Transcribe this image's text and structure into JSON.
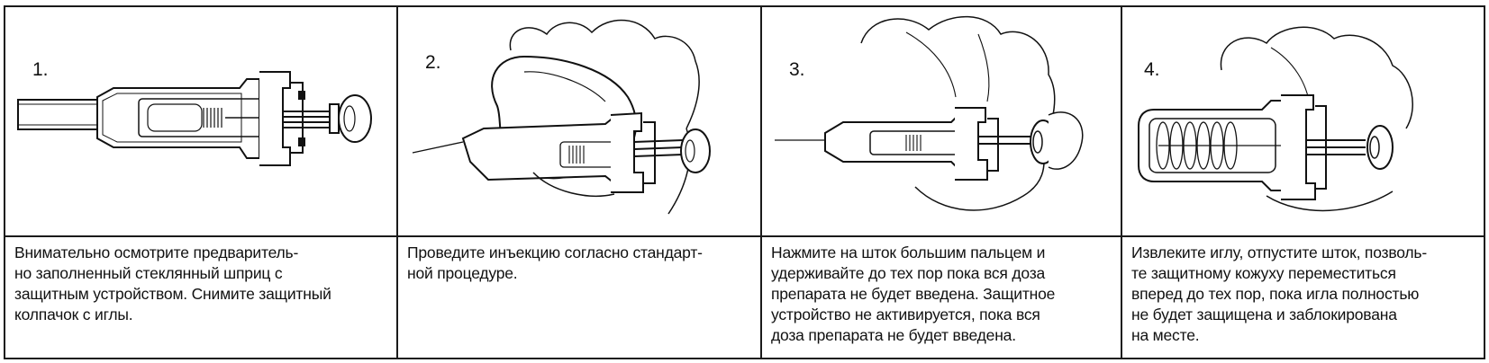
{
  "steps": [
    {
      "number": "1.",
      "lines": [
        "Внимательно осмотрите предваритель-",
        "но заполненный стеклянный шприц с",
        "защитным устройством. Снимите защитный",
        "колпачок с иглы."
      ]
    },
    {
      "number": "2.",
      "lines": [
        "Проведите инъекцию согласно стандарт-",
        "ной процедуре."
      ]
    },
    {
      "number": "3.",
      "lines": [
        "Нажмите на шток большим пальцем и",
        "удерживайте до тех пор пока вся доза",
        "препарата не будет введена. Защитное",
        "устройство не активируется, пока вся",
        "доза препарата не будет введена."
      ]
    },
    {
      "number": "4.",
      "lines": [
        "Извлеките иглу, отпустите шток, позволь-",
        "те защитному кожуху переместиться",
        "вперед до тех пор, пока игла полностью",
        "не будет защищена и заблокирована",
        "на месте."
      ]
    }
  ]
}
